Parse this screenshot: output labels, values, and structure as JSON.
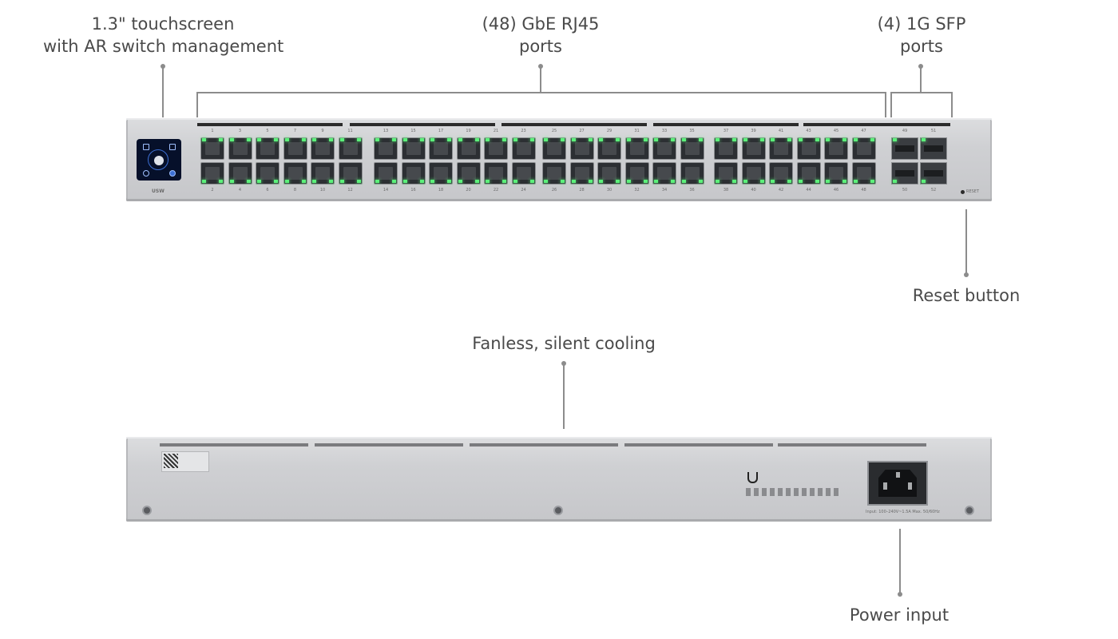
{
  "callouts": {
    "touchscreen": {
      "line1": "1.3\" touchscreen",
      "line2": "with AR switch management"
    },
    "rj45": {
      "line1": "(48) GbE RJ45",
      "line2": "ports"
    },
    "sfp": {
      "line1": "(4) 1G SFP",
      "line2": "ports"
    },
    "reset": "Reset button",
    "cooling": "Fanless, silent cooling",
    "power": "Power input"
  },
  "front_panel": {
    "model_label": "USW",
    "reset_label": "RESET",
    "rj45_port_count": 48,
    "sfp_port_labels": [
      "49",
      "51",
      "50",
      "52"
    ],
    "port_labels_top": [
      "1",
      "3",
      "5",
      "7",
      "9",
      "11",
      "13",
      "15",
      "17",
      "19",
      "21",
      "23",
      "25",
      "27",
      "29",
      "31",
      "33",
      "35",
      "37",
      "39",
      "41",
      "43",
      "45",
      "47"
    ],
    "port_labels_bottom": [
      "2",
      "4",
      "6",
      "8",
      "10",
      "12",
      "14",
      "16",
      "18",
      "20",
      "22",
      "24",
      "26",
      "28",
      "30",
      "32",
      "34",
      "36",
      "38",
      "40",
      "42",
      "44",
      "46",
      "48"
    ]
  },
  "back_panel": {
    "power_label": "Input: 100–240V~1.5A Max. 50/60Hz"
  },
  "colors": {
    "callout_text": "#4a4a4a",
    "leader": "#8c8c8c",
    "chassis": "#cfd0d3",
    "led": "#5cf07a",
    "screen": "#06102a"
  }
}
